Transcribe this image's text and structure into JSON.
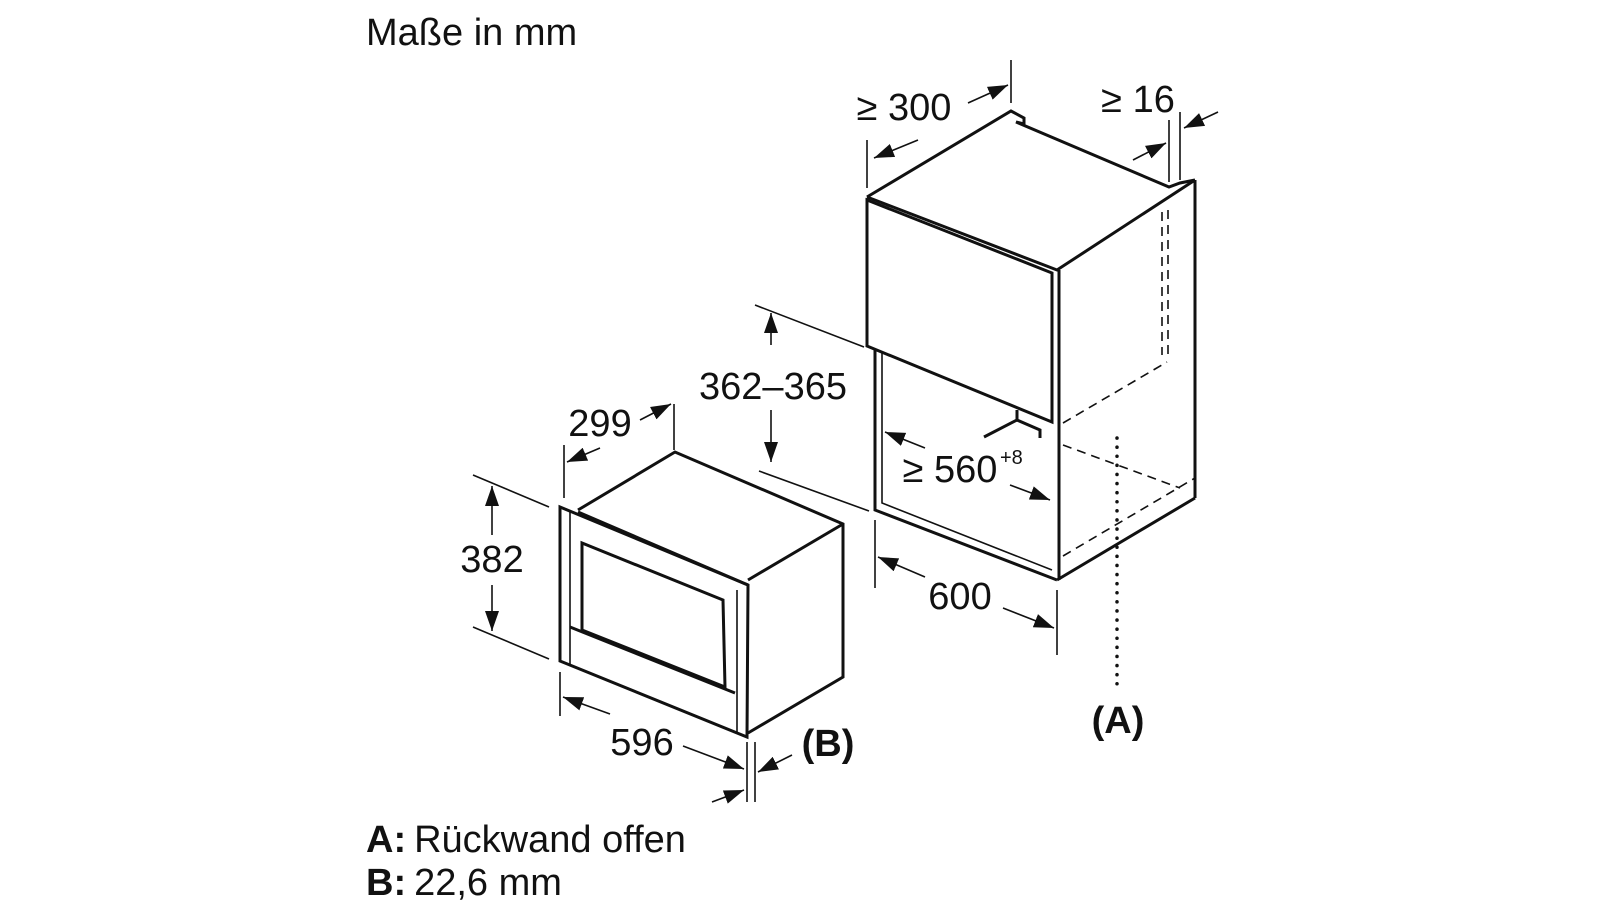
{
  "title": "Maße in mm",
  "dimensions": {
    "cabinet_depth": "≥ 300",
    "rear_gap": "≥ 16",
    "niche_height": "362–365",
    "niche_width": "≥ 560",
    "niche_width_tolerance": "+8",
    "cabinet_width": "600",
    "appliance_depth": "299",
    "appliance_height": "382",
    "appliance_width": "596"
  },
  "labels": {
    "a_marker": "(A)",
    "b_marker": "(B)"
  },
  "legend": [
    {
      "key": "A:",
      "text": "Rückwand offen"
    },
    {
      "key": "B:",
      "text": "22,6 mm"
    }
  ]
}
